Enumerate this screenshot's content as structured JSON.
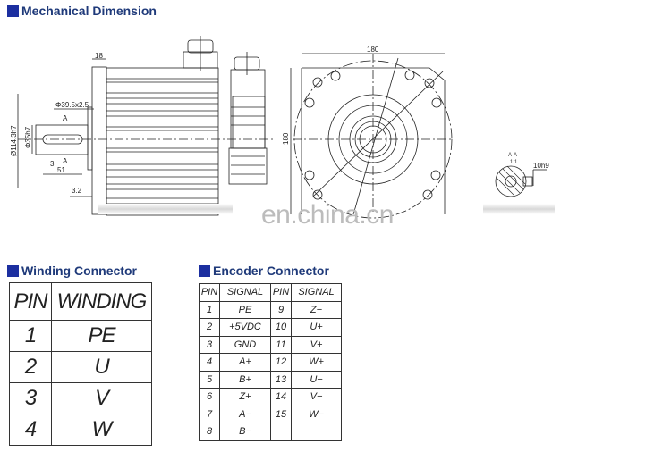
{
  "mechanical": {
    "title": "Mechanical Dimension",
    "dimensions": {
      "flange_thickness": "18",
      "chamfer": "Φ39.5x2.5",
      "section_mark_a": "A",
      "pilot_diameter": "Ø114.3h7",
      "shaft_diameter": "Φ35h7",
      "key_offset": "3",
      "key_length": "51",
      "pilot_depth": "3.2",
      "flange_width": "180",
      "flange_height": "180",
      "section_label": "A-A",
      "section_scale": "1:1",
      "key_width": "10h9"
    },
    "watermark": "en.china.cn"
  },
  "winding": {
    "title": "Winding Connector",
    "headers": [
      "PIN",
      "WINDING"
    ],
    "rows": [
      [
        "1",
        "PE"
      ],
      [
        "2",
        "U"
      ],
      [
        "3",
        "V"
      ],
      [
        "4",
        "W"
      ]
    ]
  },
  "encoder": {
    "title": "Encoder Connector",
    "headers": [
      "PIN",
      "SIGNAL",
      "PIN",
      "SIGNAL"
    ],
    "rows": [
      [
        "1",
        "PE",
        "9",
        "Z−"
      ],
      [
        "2",
        "+5VDC",
        "10",
        "U+"
      ],
      [
        "3",
        "GND",
        "11",
        "V+"
      ],
      [
        "4",
        "A+",
        "12",
        "W+"
      ],
      [
        "5",
        "B+",
        "13",
        "U−"
      ],
      [
        "6",
        "Z+",
        "14",
        "V−"
      ],
      [
        "7",
        "A−",
        "15",
        "W−"
      ],
      [
        "8",
        "B−",
        "",
        ""
      ]
    ]
  },
  "colors": {
    "heading": "#1f3a7a",
    "marker": "#1c2fa0"
  }
}
